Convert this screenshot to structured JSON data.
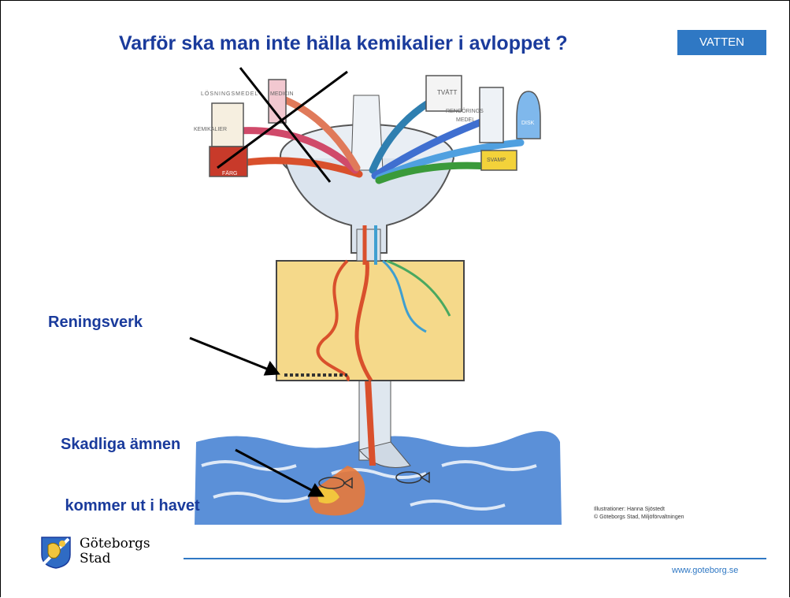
{
  "slide": {
    "title": "Varför ska man inte hälla kemikalier i avloppet ?",
    "tag": "VATTEN",
    "labels": {
      "reningsverk": "Reningsverk",
      "skadliga_line1": "Skadliga ämnen",
      "skadliga_line2": " kommer ut i havet"
    },
    "credit_line1": "Illustrationer: Hanna Sjöstedt",
    "credit_line2": "© Göteborgs Stad, Miljöförvaltningen",
    "footer": {
      "logo_line1": "Göteborgs",
      "logo_line2": "Stad",
      "url": "www.goteborg.se"
    },
    "illustration_labels": {
      "losningsmedel": "LÖSNINGSMEDEL",
      "medicin": "MEDICIN",
      "kemikalier": "KEMIKALIER",
      "farg": "FÄRG",
      "tvatt": "TVÄTT",
      "rengoringsmedel_1": "RENGÖRINGS",
      "rengoringsmedel_2": "MEDEL",
      "disk": "DISK",
      "svamp": "SVAMP"
    }
  },
  "colors": {
    "title_blue": "#1a3b9c",
    "accent_blue": "#2f78c4",
    "water_blue": "#3f7fd0",
    "sludge_yellow": "#f2d27a"
  }
}
